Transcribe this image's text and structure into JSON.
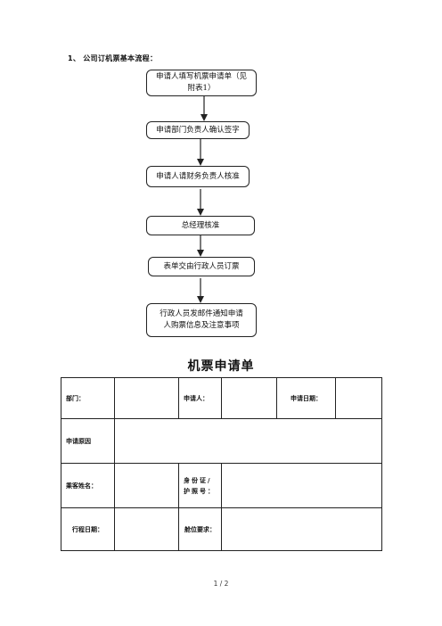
{
  "heading": "1、 公司订机票基本流程：",
  "flow": {
    "steps": [
      "申请人填写机票申请单（见附表1）",
      "申请部门负责人确认签字",
      "申请人请财务负责人核准",
      "总经理核准",
      "表单交由行政人员订票",
      "行政人员发邮件通知申请人购票信息及注意事项"
    ]
  },
  "form": {
    "title": "机票申请单",
    "department_label": "部门：",
    "department_value": "",
    "applicant_label": "申请人：",
    "applicant_value": "",
    "apply_date_label": "申请日期：",
    "apply_date_value": "",
    "reason_label": "申请原因",
    "reason_value": "",
    "passenger_label": "乘客姓名：",
    "passenger_value": "",
    "id_label": "身份证/护照号：",
    "id_value": "",
    "trip_date_label": "行程日期：",
    "trip_date_value": "",
    "cabin_label": "舱位要求：",
    "cabin_value": ""
  },
  "footer": "1 / 2"
}
